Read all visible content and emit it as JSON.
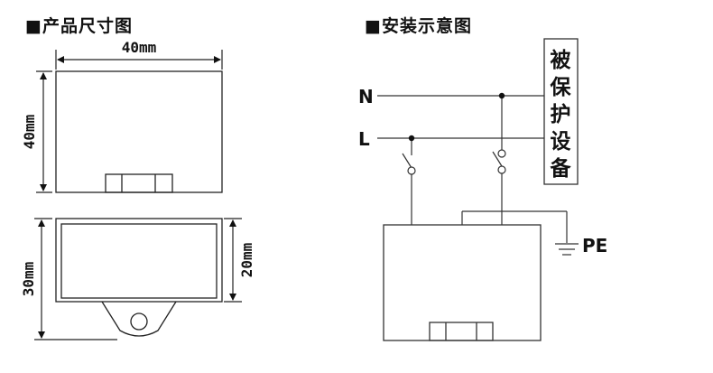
{
  "headings": {
    "dimensions": "■产品尺寸图",
    "installation": "■安装示意图"
  },
  "dimensions": {
    "top_width": "40mm",
    "top_height": "40mm",
    "side_height": "30mm",
    "side_inner_height": "20mm"
  },
  "wiring": {
    "line_n": "N",
    "line_l": "L",
    "ground": "PE",
    "protected_device": [
      "被",
      "保",
      "护",
      "设",
      "备"
    ]
  }
}
